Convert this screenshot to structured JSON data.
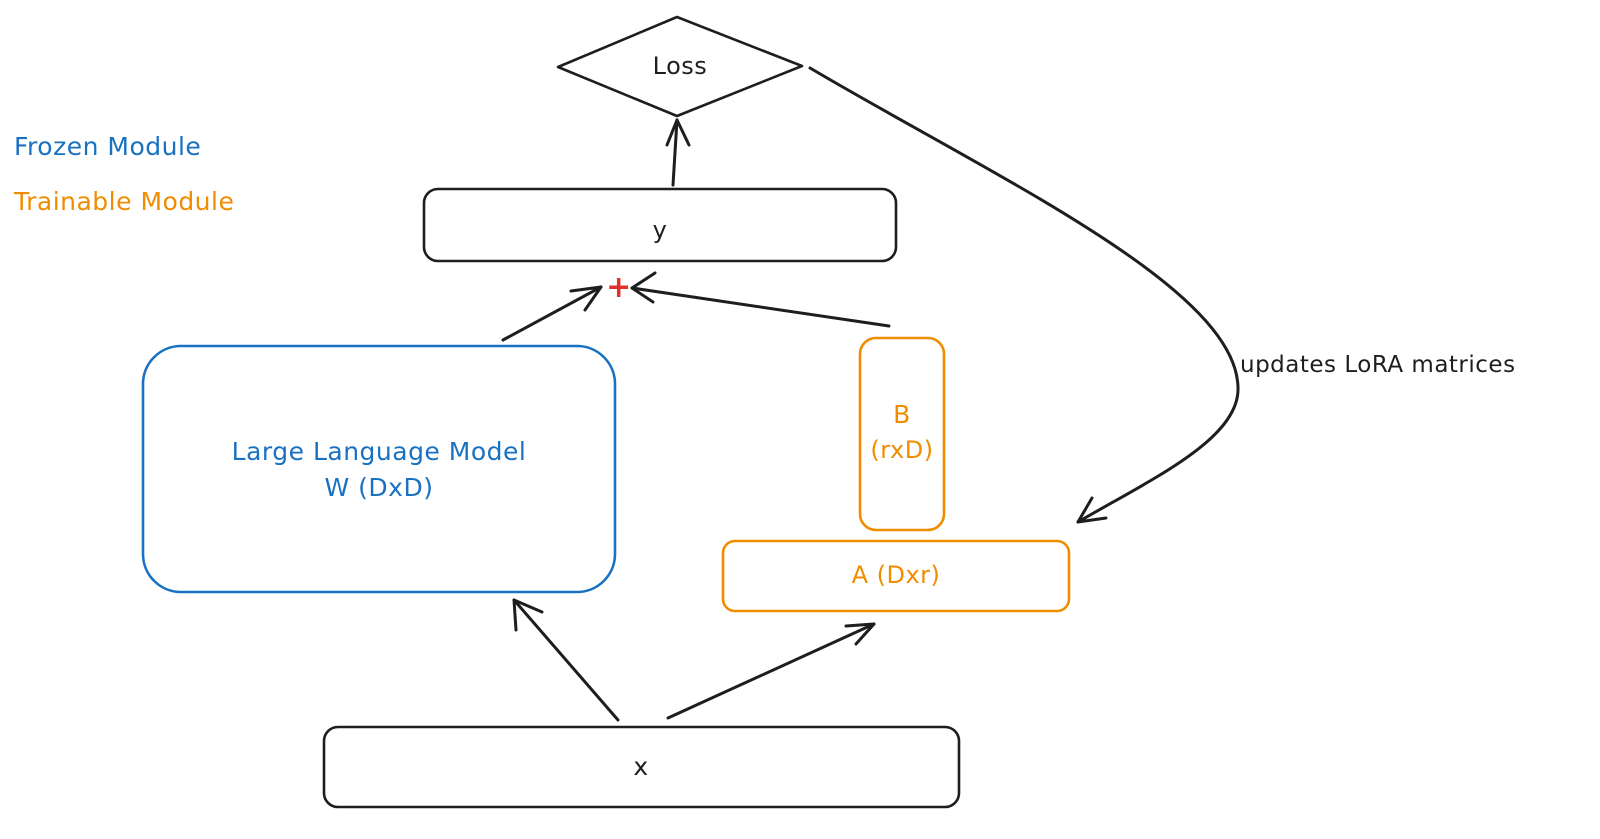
{
  "legend": {
    "frozen_label": "Frozen Module",
    "trainable_label": "Trainable Module"
  },
  "nodes": {
    "loss": "Loss",
    "y": "y",
    "plus": "+",
    "llm_line1": "Large Language Model",
    "llm_line2": "W (DxD)",
    "b_line1": "B",
    "b_line2": "(rxD)",
    "a": "A (Dxr)",
    "x": "x"
  },
  "edges": {
    "update_label": "updates LoRA matrices"
  },
  "colors": {
    "frozen": "#1971c2",
    "trainable": "#f08c00",
    "default": "#1e1e1e",
    "plus": "#e03131"
  }
}
